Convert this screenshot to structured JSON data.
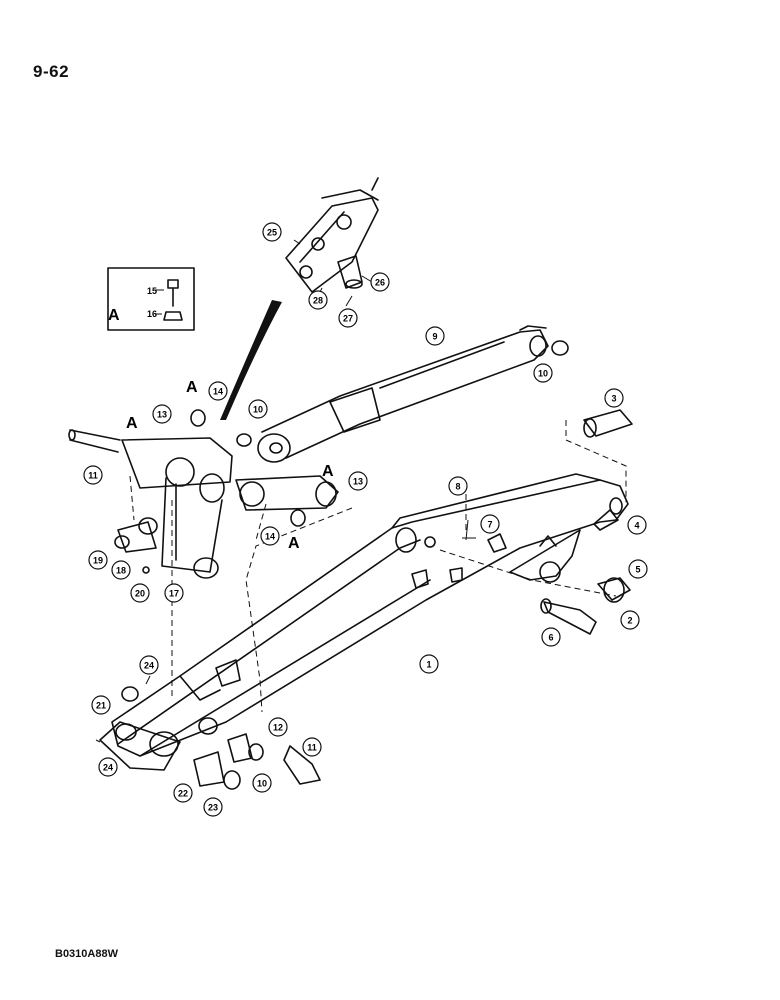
{
  "page_number": "9-62",
  "drawing_code": "B0310A88W",
  "inset": {
    "letter": "A",
    "callouts": [
      "15",
      "16"
    ]
  },
  "section_letters": [
    "A",
    "A",
    "A",
    "A"
  ],
  "callouts": [
    {
      "id": "1",
      "label": "1"
    },
    {
      "id": "2",
      "label": "2"
    },
    {
      "id": "3",
      "label": "3"
    },
    {
      "id": "4",
      "label": "4"
    },
    {
      "id": "5",
      "label": "5"
    },
    {
      "id": "6",
      "label": "6"
    },
    {
      "id": "7",
      "label": "7"
    },
    {
      "id": "8",
      "label": "8"
    },
    {
      "id": "9",
      "label": "9"
    },
    {
      "id": "10a",
      "label": "10"
    },
    {
      "id": "10b",
      "label": "10"
    },
    {
      "id": "10c",
      "label": "10"
    },
    {
      "id": "11a",
      "label": "11"
    },
    {
      "id": "11b",
      "label": "11"
    },
    {
      "id": "12",
      "label": "12"
    },
    {
      "id": "13a",
      "label": "13"
    },
    {
      "id": "13b",
      "label": "13"
    },
    {
      "id": "14a",
      "label": "14"
    },
    {
      "id": "14b",
      "label": "14"
    },
    {
      "id": "17",
      "label": "17"
    },
    {
      "id": "18",
      "label": "18"
    },
    {
      "id": "19",
      "label": "19"
    },
    {
      "id": "20",
      "label": "20"
    },
    {
      "id": "21",
      "label": "21"
    },
    {
      "id": "22",
      "label": "22"
    },
    {
      "id": "23",
      "label": "23"
    },
    {
      "id": "24a",
      "label": "24"
    },
    {
      "id": "24b",
      "label": "24"
    },
    {
      "id": "25",
      "label": "25"
    },
    {
      "id": "26",
      "label": "26"
    },
    {
      "id": "27",
      "label": "27"
    },
    {
      "id": "28",
      "label": "28"
    }
  ]
}
